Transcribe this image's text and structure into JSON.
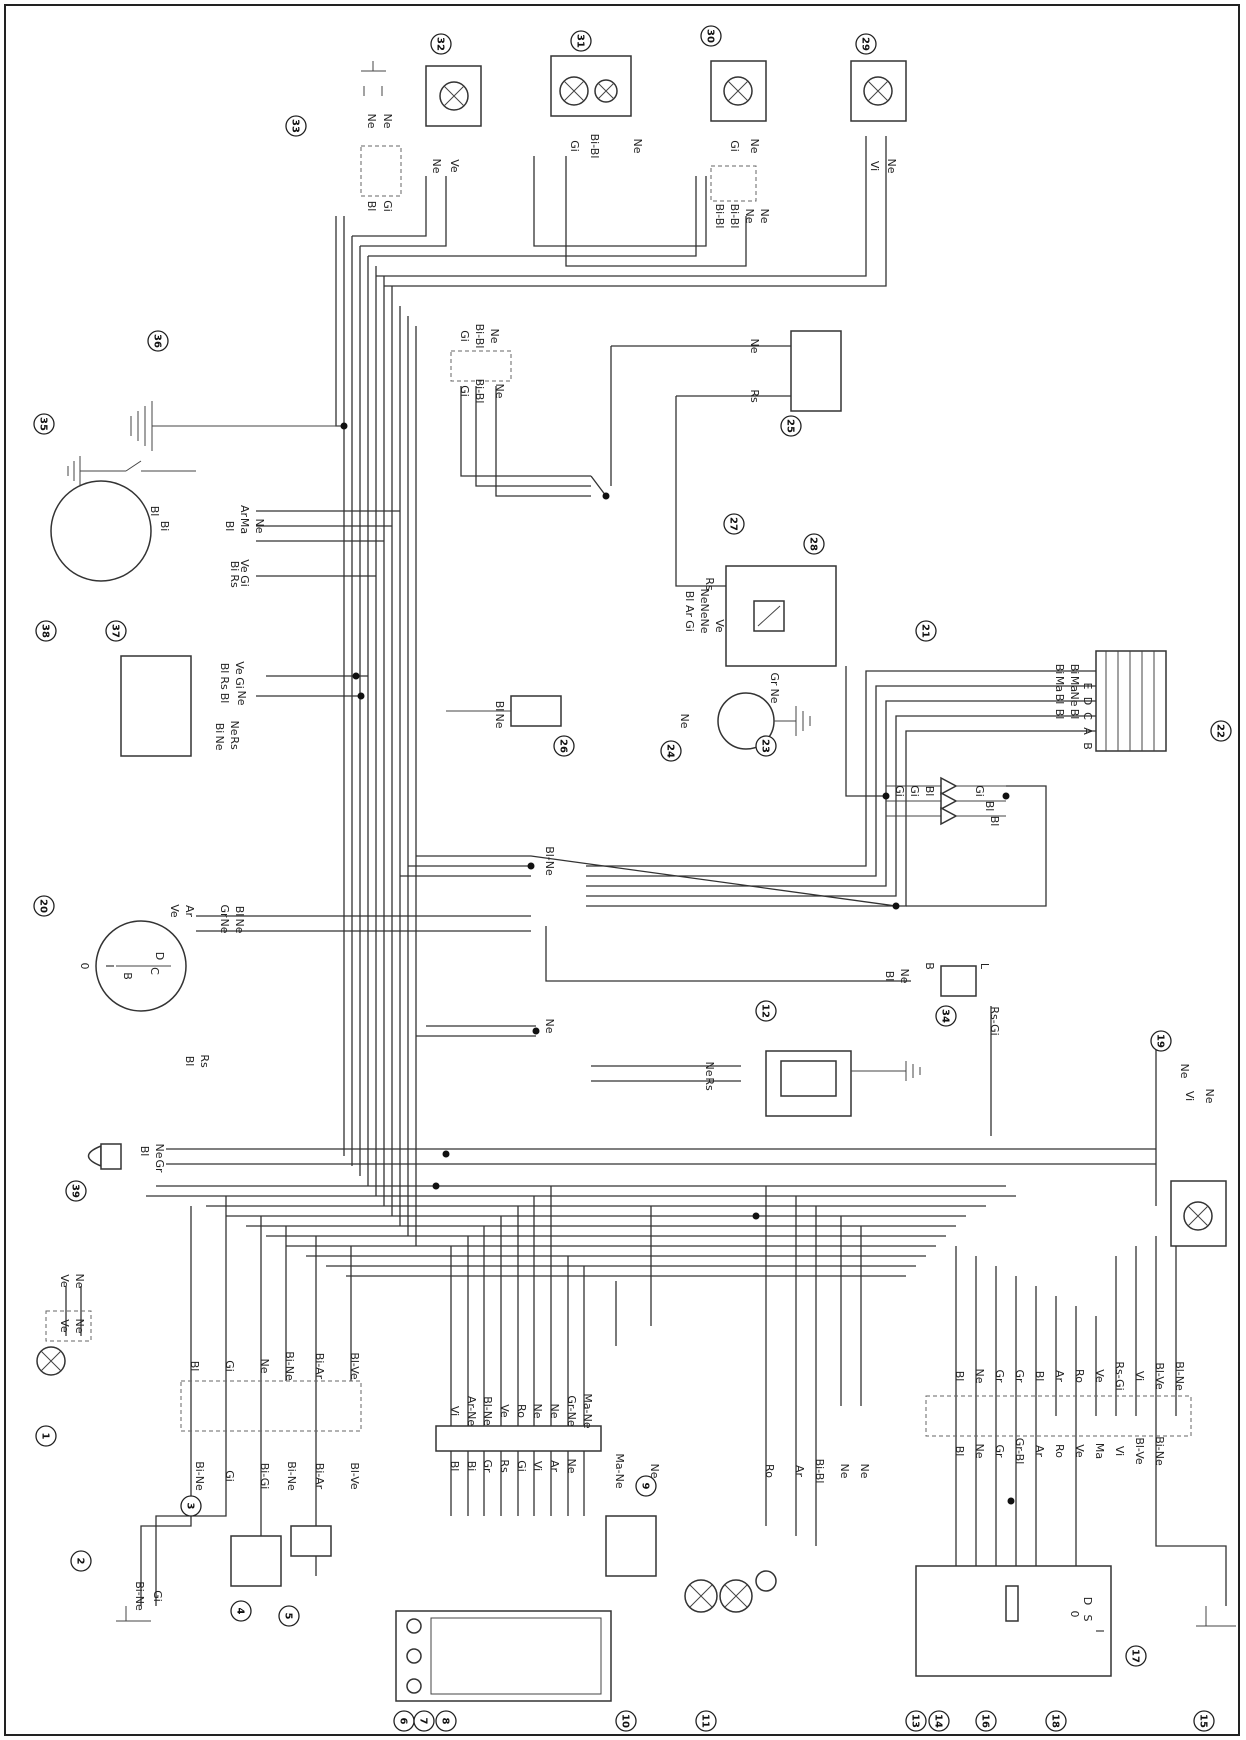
{
  "component_numbers": [
    "1",
    "2",
    "3",
    "4",
    "5",
    "6",
    "7",
    "8",
    "9",
    "10",
    "11",
    "12",
    "13",
    "14",
    "15",
    "16",
    "17",
    "18",
    "19",
    "20",
    "21",
    "22",
    "23",
    "24",
    "25",
    "26",
    "27",
    "28",
    "29",
    "30",
    "31",
    "32",
    "33",
    "34",
    "35",
    "36",
    "37",
    "38",
    "39"
  ],
  "wire_codes": {
    "top_lamp_32": [
      "Ne",
      "Ve"
    ],
    "top_switch_33": [
      "Ne",
      "Ne",
      "Bl",
      "Gi"
    ],
    "top_lamp_31": [
      "Gi",
      "Bi-Bl",
      "Ne"
    ],
    "top_lamp_30": [
      "Gi",
      "Ne",
      "Bi-Bl",
      "Bi-Bl",
      "Ne",
      "Ne"
    ],
    "top_lamp_29": [
      "Vi",
      "Ne"
    ],
    "center_connector": [
      "Gi",
      "Bi-Bl",
      "Ne",
      "Gi",
      "Bi-Bl",
      "Ne"
    ],
    "battery_25": [
      "Ne",
      "Rs"
    ],
    "stator_38": [
      "Bl",
      "Ar",
      "Bi",
      "Bl",
      "Ma",
      "Ne",
      "Bi",
      "Ve",
      "Rs",
      "Gi"
    ],
    "regulator_37": [
      "Bl",
      "Ve",
      "Rs",
      "Gi",
      "Bl",
      "Ne",
      "Bi",
      "Ne",
      "Ne",
      "Rs"
    ],
    "relay_27": [
      "Rs",
      "Bl",
      "Ne",
      "Ar",
      "Ne",
      "Gi",
      "Ne",
      "Ve",
      "Gr",
      "Ne"
    ],
    "starter_24": [
      "Ne"
    ],
    "diodes_21": [
      "Gi",
      "Gi",
      "Bl",
      "Gi",
      "Bl",
      "Bl"
    ],
    "ecu_22": [
      "Bi",
      "Bi",
      "Ma",
      "Ma",
      "Bl",
      "Ne",
      "Bl",
      "Bl",
      "A",
      "B",
      "C",
      "D",
      "E"
    ],
    "coil_26": [
      "Bl",
      "Ne"
    ],
    "junction_bl_ne": [
      "Bl-Ne"
    ],
    "key_switch_20": [
      "Ve",
      "Ar",
      "Gr",
      "Bl",
      "Ne",
      "Ne",
      "Bl",
      "Rs",
      "0",
      "I",
      "B",
      "C",
      "D"
    ],
    "sidestand_34": [
      "Bl",
      "Ne",
      "B",
      "L",
      "Rs-Gi"
    ],
    "junction_ne": [
      "Ne"
    ],
    "sensor_12": [
      "Ne",
      "Rs"
    ],
    "rear_light_19": [
      "Ne",
      "Vi",
      "Ne"
    ],
    "horn_39": [
      "Bl",
      "Ne",
      "Gr"
    ],
    "left_lamp_1": [
      "Ve",
      "Ne",
      "Ve",
      "Ne",
      "Bi-Ne",
      "Gi"
    ],
    "left_switch_block": [
      "Bl",
      "Gi",
      "Ne",
      "Bi-Ne",
      "Bi-Ar",
      "Bl-Ve",
      "Bi-Ne",
      "Gi",
      "Bi-Gi",
      "Bi-Ne",
      "Bi-Ar",
      "Bl-Ve"
    ],
    "dash_connector": [
      "Vi",
      "Ar-Ne",
      "Bl-Ne",
      "Ve",
      "Ro",
      "Ne",
      "Ne",
      "Gr-Ne",
      "Ma-Ne",
      "Bl",
      "Bi",
      "Gr",
      "Rs",
      "Gi",
      "Vi",
      "Ar",
      "Ne",
      "Ma"
    ],
    "unit_9": [
      "Ma-Ne",
      "Ne"
    ],
    "lamps_10_11": [
      "Ro",
      "Ar",
      "Bi-Bl",
      "Ne",
      "Ne"
    ],
    "right_switch_block": [
      "Bl",
      "Ne",
      "Gr",
      "Gr",
      "Bl",
      "Ar",
      "Ro",
      "Ve",
      "Rs-Gi",
      "Vi",
      "Bl-Ve",
      "Bl-Ne",
      "Bl",
      "Ne",
      "Gr",
      "Gr-Bl",
      "Ar",
      "Ro",
      "Ve",
      "Ma",
      "Vi",
      "Bl-Ve",
      "Bi-Ne"
    ],
    "switch_17": [
      "0",
      "D",
      "S",
      "I"
    ]
  }
}
